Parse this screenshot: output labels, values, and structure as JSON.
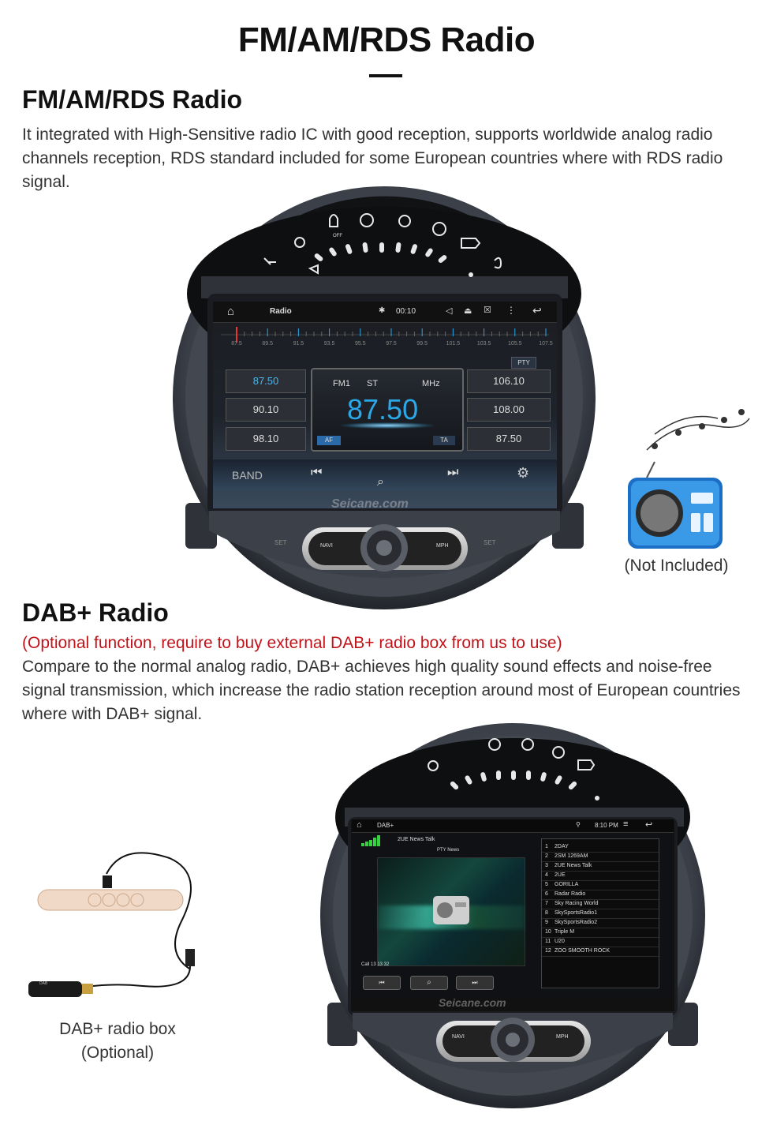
{
  "page": {
    "main_title": "FM/AM/RDS Radio",
    "fm_section": {
      "title": "FM/AM/RDS Radio",
      "paragraph": "It integrated with High-Sensitive radio IC with good reception, supports worldwide analog radio channels reception, RDS standard included for some European countries where with RDS radio signal.",
      "radio_accessory_caption": "(Not Included)"
    },
    "dab_section": {
      "title": "DAB+ Radio",
      "optional_note": "(Optional function, require to buy external DAB+ radio box from us to use)",
      "paragraph": "Compare to the normal analog radio, DAB+ achieves high quality sound effects and noise-free signal transmission, which increase the radio station reception around most of European countries where with DAB+ signal.",
      "box_caption": "DAB+ radio box",
      "box_optional": "(Optional)"
    }
  },
  "unit": {
    "watermark": "Seicane.com",
    "navi_label": "NAVI",
    "mph_label": "MPH",
    "airbag_label": "OFF",
    "knob_left_label": "SET",
    "knob_right_label": "SET"
  },
  "radio_screen": {
    "status_title": "Radio",
    "status_time": "00:10",
    "scale_ticks": [
      "87.5",
      "89.5",
      "91.5",
      "93.5",
      "95.5",
      "97.5",
      "99.5",
      "101.5",
      "103.5",
      "105.5",
      "107.5"
    ],
    "pty_label": "PTY",
    "presets_left": [
      "87.50",
      "90.10",
      "98.10"
    ],
    "presets_right": [
      "106.10",
      "108.00",
      "87.50"
    ],
    "band": "FM1",
    "stereo": "ST",
    "unit": "MHz",
    "frequency": "87.50",
    "af_label": "AF",
    "ta_label": "TA",
    "band_button": "BAND",
    "accent_color": "#2aa8e8"
  },
  "dab_screen": {
    "status_title": "DAB+",
    "status_time": "8:10 PM",
    "station": "2UE News Talk",
    "pty": "PTY News",
    "footer_text": "Call 13 13 32",
    "stations": [
      {
        "num": "1",
        "name": "2DAY"
      },
      {
        "num": "2",
        "name": "2SM 1269AM"
      },
      {
        "num": "3",
        "name": "2UE News Talk"
      },
      {
        "num": "4",
        "name": "2UE"
      },
      {
        "num": "5",
        "name": "GORILLA"
      },
      {
        "num": "6",
        "name": "Radar Radio"
      },
      {
        "num": "7",
        "name": "Sky Racing World"
      },
      {
        "num": "8",
        "name": "SkySportsRadio1"
      },
      {
        "num": "9",
        "name": "SkySportsRadio2"
      },
      {
        "num": "10",
        "name": "Triple M"
      },
      {
        "num": "11",
        "name": "U20"
      },
      {
        "num": "12",
        "name": "ZOO SMOOTH ROCK"
      }
    ]
  }
}
